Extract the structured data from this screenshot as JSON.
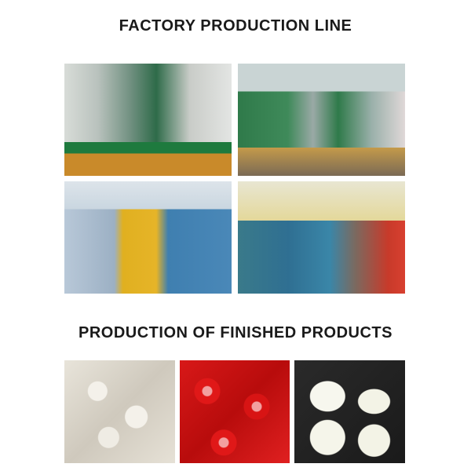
{
  "sections": {
    "factory_title": "FACTORY PRODUCTION LINE",
    "products_title": "PRODUCTION OF FINISHED PRODUCTS"
  },
  "photos": {
    "factory": [
      "rubber-molding-press-1",
      "injection-press-line",
      "hydraulic-vulcanizing-press",
      "molding-machine-workshop"
    ],
    "products": [
      "white-silicone-bushings",
      "red-silicone-parts",
      "clear-silicone-sleeves"
    ]
  }
}
